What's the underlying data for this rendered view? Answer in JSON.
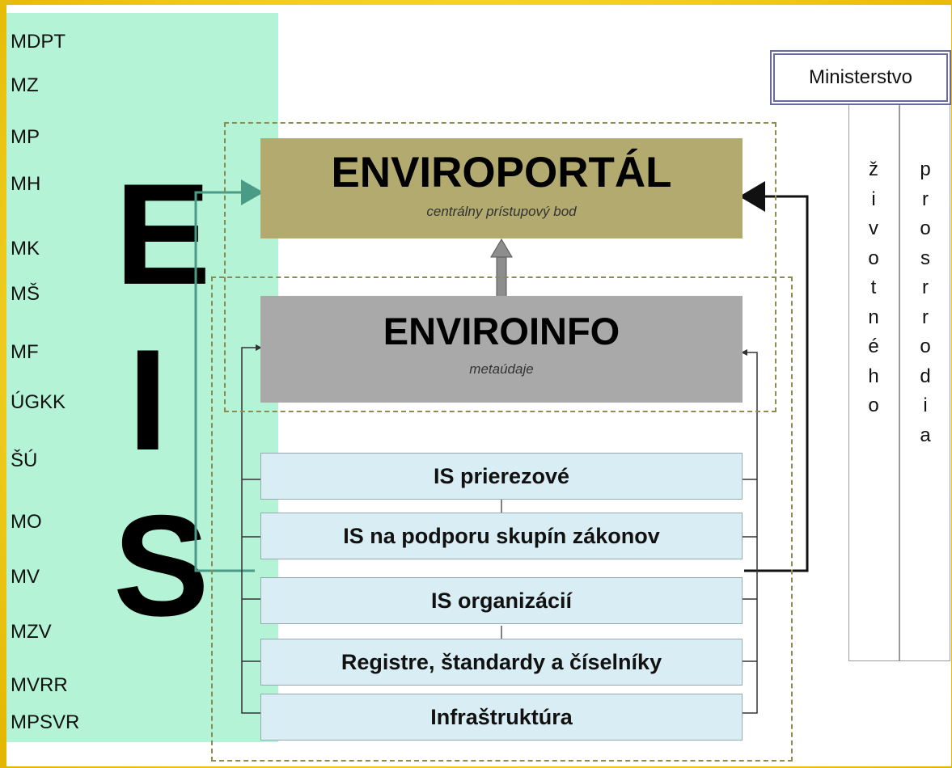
{
  "ministries": [
    "MDPT",
    "MZ",
    "MP",
    "MH",
    "MK",
    "MŠ",
    "MF",
    "ÚGKK",
    "ŠÚ",
    "MO",
    "MV",
    "MZV",
    "MVRR",
    "MPSVR"
  ],
  "eis_letters": [
    "E",
    "I",
    "S"
  ],
  "enviroportal": {
    "title": "ENVIROPORTÁL",
    "subtitle": "centrálny prístupový bod"
  },
  "enviroinfo": {
    "title": "ENVIROINFO",
    "subtitle": "metaúdaje"
  },
  "layers": [
    "IS prierezové",
    "IS na podporu skupín zákonov",
    "IS organizácií",
    "Registre, štandardy a číselníky",
    "Infraštruktúra"
  ],
  "ministerstvo": {
    "label": "Ministerstvo",
    "column1": [
      "ž",
      "i",
      "v",
      "o",
      "t",
      "n",
      "é",
      "h",
      "o"
    ],
    "column2": [
      "p",
      "r",
      "o",
      "s",
      "r",
      "r",
      "o",
      "d",
      "i",
      "a"
    ]
  },
  "colors": {
    "panel": "#b4f3d6",
    "enviroportal": "#b2aa6e",
    "enviroinfo": "#a9a9a9",
    "layer": "#d9eef4",
    "dashed": "#8c8c52",
    "arrow_green": "#4a9b86",
    "background": "#f6dc35"
  }
}
